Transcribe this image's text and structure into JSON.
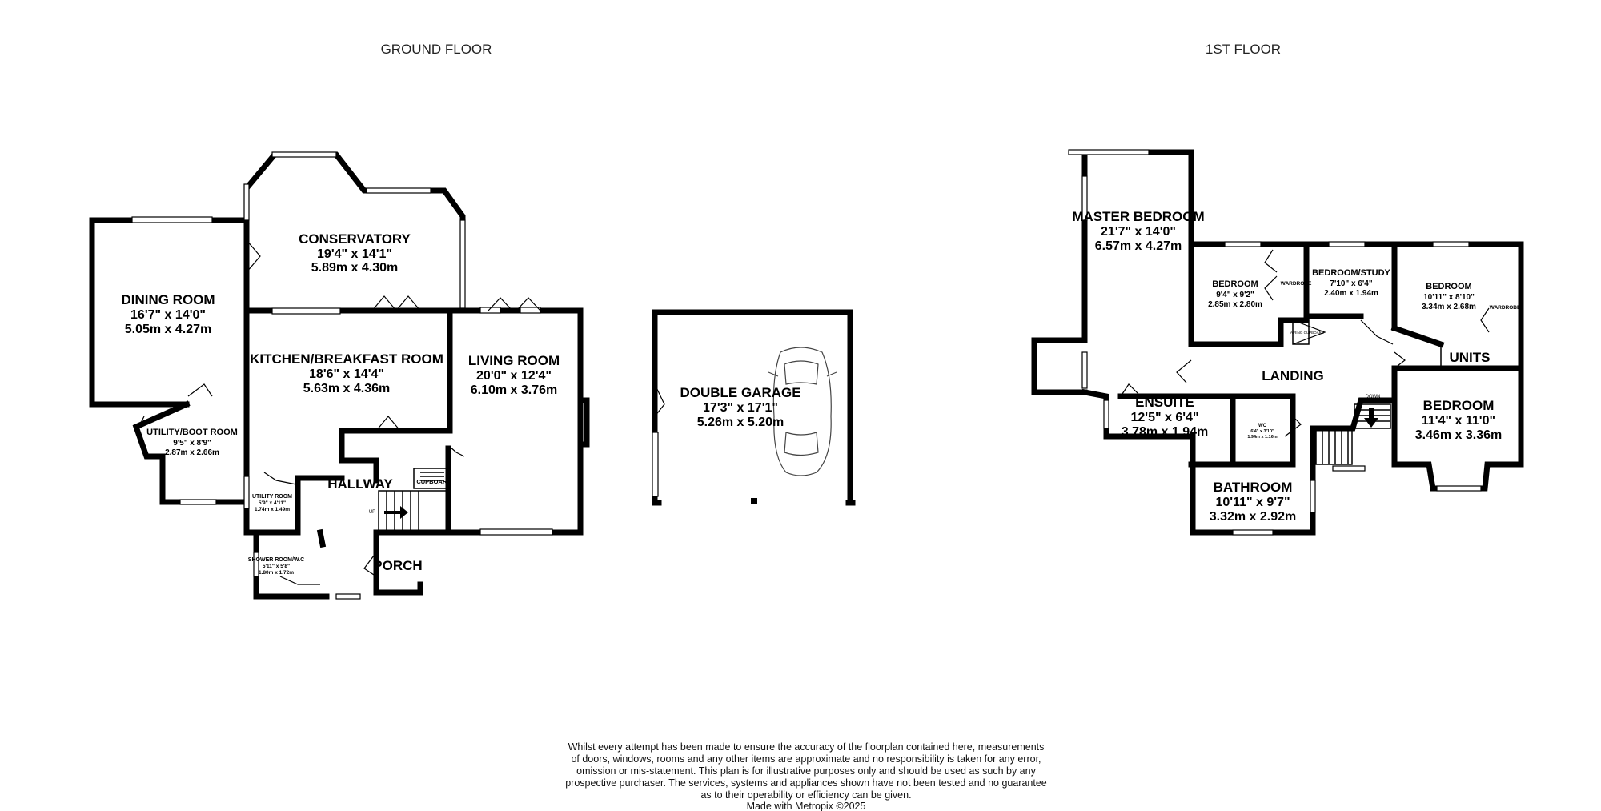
{
  "floors": {
    "ground": {
      "title": "GROUND FLOOR",
      "rooms": [
        {
          "id": "conservatory",
          "name": "CONSERVATORY",
          "imperial": "19'4\"  x 14'1\"",
          "metric": "5.89m  x 4.30m"
        },
        {
          "id": "dining",
          "name": "DINING ROOM",
          "imperial": "16'7\"  x 14'0\"",
          "metric": "5.05m  x 4.27m"
        },
        {
          "id": "kitchen",
          "name": "KITCHEN/BREAKFAST ROOM",
          "imperial": "18'6\"  x 14'4\"",
          "metric": "5.63m  x 4.36m"
        },
        {
          "id": "living",
          "name": "LIVING ROOM",
          "imperial": "20'0\"  x 12'4\"",
          "metric": "6.10m  x 3.76m"
        },
        {
          "id": "garage",
          "name": "DOUBLE GARAGE",
          "imperial": "17'3\"  x 17'1\"",
          "metric": "5.26m  x 5.20m"
        },
        {
          "id": "utility-boot",
          "name": "UTILITY/BOOT ROOM",
          "imperial": "9'5\"  x 8'9\"",
          "metric": "2.87m  x 2.66m"
        },
        {
          "id": "utility",
          "name": "UTILITY ROOM",
          "imperial": "5'9\"  x 4'11\"",
          "metric": "1.74m  x 1.49m"
        },
        {
          "id": "shower",
          "name": "SHOWER ROOM/W.C",
          "imperial": "5'11\"  x 5'8\"",
          "metric": "1.80m  x 1.72m"
        }
      ],
      "labels": {
        "hallway": "HALLWAY",
        "porch": "PORCH",
        "cupboard": "CUPBOARD",
        "up": "UP"
      }
    },
    "first": {
      "title": "1ST FLOOR",
      "rooms": [
        {
          "id": "master",
          "name": "MASTER BEDROOM",
          "imperial": "21'7\"  x 14'0\"",
          "metric": "6.57m  x 4.27m"
        },
        {
          "id": "bed2",
          "name": "BEDROOM",
          "imperial": "9'4\"  x 9'2\"",
          "metric": "2.85m  x 2.80m"
        },
        {
          "id": "study",
          "name": "BEDROOM/STUDY",
          "imperial": "7'10\"  x 6'4\"",
          "metric": "2.40m  x 1.94m"
        },
        {
          "id": "bed3",
          "name": "BEDROOM",
          "imperial": "10'11\"  x 8'10\"",
          "metric": "3.34m  x 2.68m"
        },
        {
          "id": "ensuite",
          "name": "ENSUITE",
          "imperial": "12'5\"  x 6'4\"",
          "metric": "3.78m  x 1.94m"
        },
        {
          "id": "wc",
          "name": "WC",
          "imperial": "6'4\"  x 3'10\"",
          "metric": "1.94m  x 1.16m"
        },
        {
          "id": "bed4",
          "name": "BEDROOM",
          "imperial": "11'4\"  x 11'0\"",
          "metric": "3.46m  x 3.36m"
        },
        {
          "id": "bathroom",
          "name": "BATHROOM",
          "imperial": "10'11\"  x 9'7\"",
          "metric": "3.32m  x 2.92m"
        }
      ],
      "labels": {
        "landing": "LANDING",
        "units": "UNITS",
        "wardrobe1": "WARDROBE",
        "wardrobe2": "WARDROBE",
        "airing": "AIRING CUPBOARD",
        "down": "DOWN"
      }
    }
  },
  "disclaimer": [
    "Whilst every attempt has been made to ensure the accuracy of the floorplan contained here, measurements",
    "of doors, windows, rooms and any other items are approximate and no responsibility is taken for any error,",
    "omission or mis-statement. This plan is for illustrative purposes only and should be used as such by any",
    "prospective purchaser. The services, systems and appliances shown have not been tested and no guarantee",
    "as to their operability or efficiency can be given.",
    "Made with Metropix ©2025"
  ]
}
